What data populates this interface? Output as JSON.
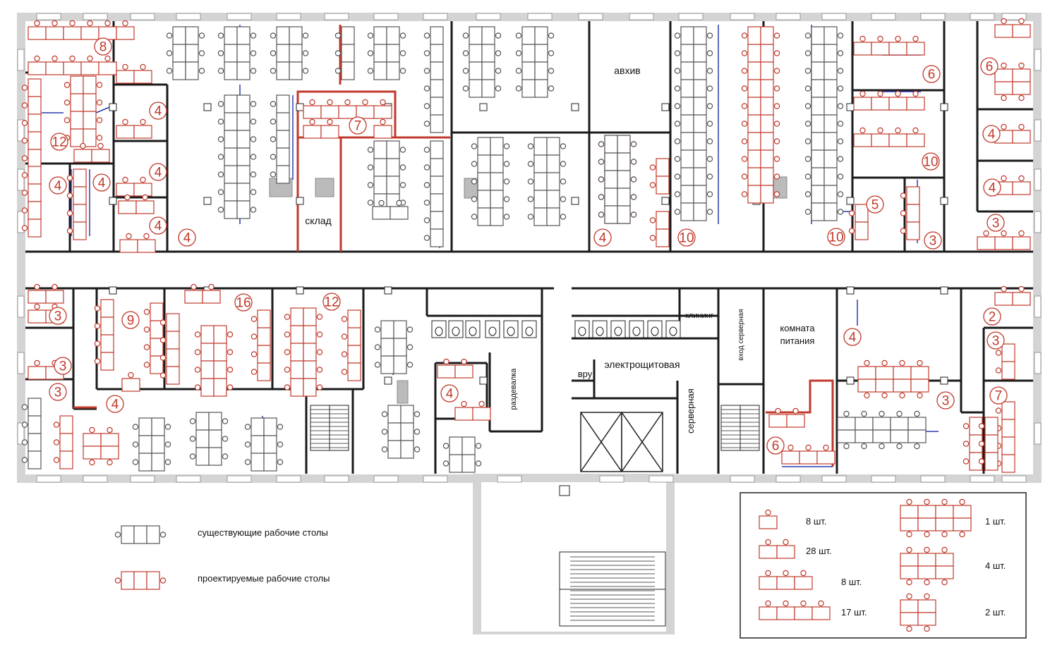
{
  "rooms": {
    "archive": "авхив",
    "storage": "склад",
    "cleaning": "клининг",
    "server_entry": "вход серверная",
    "food_line1": "комната",
    "food_line2": "питания",
    "vru": "вру",
    "electrical": "электрощитовая",
    "server": "серверная",
    "cloakroom": "раздевалка"
  },
  "seat_counts": [
    "8",
    "4",
    "4",
    "4",
    "4",
    "12",
    "4",
    "7",
    "6",
    "6",
    "4",
    "4",
    "10",
    "5",
    "3",
    "3",
    "4",
    "10",
    "10",
    "3",
    "9",
    "16",
    "12",
    "3",
    "4",
    "3",
    "4",
    "4",
    "2",
    "3",
    "4",
    "3",
    "7",
    "6"
  ],
  "legend_left": {
    "existing": "существующие рабочие столы",
    "planned": "проектируемые рабочие столы"
  },
  "legend_right": [
    {
      "count": "8 шт."
    },
    {
      "count": "28 шт."
    },
    {
      "count": "8 шт."
    },
    {
      "count": "17 шт."
    },
    {
      "count": "1 шт."
    },
    {
      "count": "4 шт."
    },
    {
      "count": "2 шт."
    }
  ],
  "colors": {
    "wall": "#1a1a1a",
    "planned": "#c0392b",
    "existing": "#555555",
    "partition": "#2a3bb0",
    "shell": "#cccccc"
  }
}
